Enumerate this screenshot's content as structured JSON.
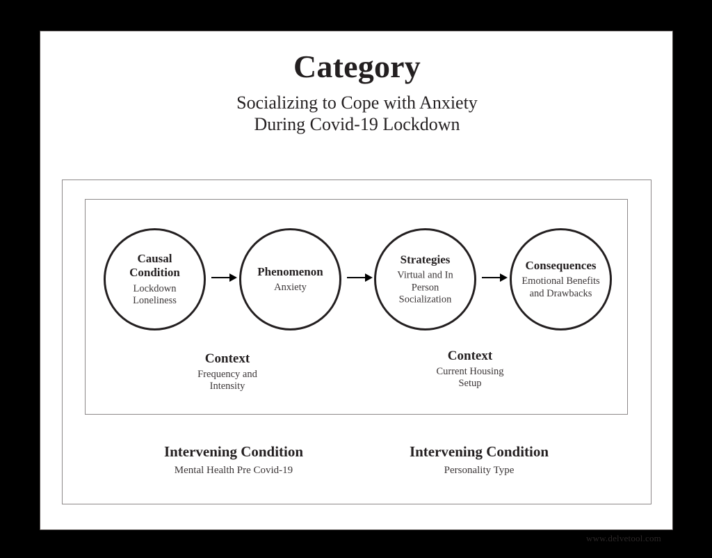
{
  "slide": {
    "title": "Category",
    "subtitle_line1": "Socializing to Cope with Anxiety",
    "subtitle_line2": "During Covid-19 Lockdown"
  },
  "flow": {
    "nodes": [
      {
        "id": "causal-condition",
        "title": "Causal\nCondition",
        "subtitle": "Lockdown\nLoneliness"
      },
      {
        "id": "phenomenon",
        "title": "Phenomenon",
        "subtitle": "Anxiety"
      },
      {
        "id": "strategies",
        "title": "Strategies",
        "subtitle": "Virtual and In\nPerson\nSocialization"
      },
      {
        "id": "consequences",
        "title": "Consequences",
        "subtitle": "Emotional Benefits\nand Drawbacks"
      }
    ],
    "arrow_icon": "arrow-right-icon"
  },
  "context": [
    {
      "id": "context-left",
      "title": "Context",
      "subtitle": "Frequency and\nIntensity"
    },
    {
      "id": "context-right",
      "title": "Context",
      "subtitle": "Current Housing\nSetup"
    }
  ],
  "intervening_conditions": [
    {
      "id": "intervening-left",
      "title": "Intervening Condition",
      "subtitle": "Mental Health Pre Covid-19"
    },
    {
      "id": "intervening-right",
      "title": "Intervening Condition",
      "subtitle": "Personality Type"
    }
  ],
  "watermark": "www.delvetool.com",
  "colors": {
    "background": "#000000",
    "page": "#ffffff",
    "ink": "#231f20",
    "muted_ink": "#3a3536",
    "box_border": "#8c8788",
    "watermark": "#2c2828"
  }
}
